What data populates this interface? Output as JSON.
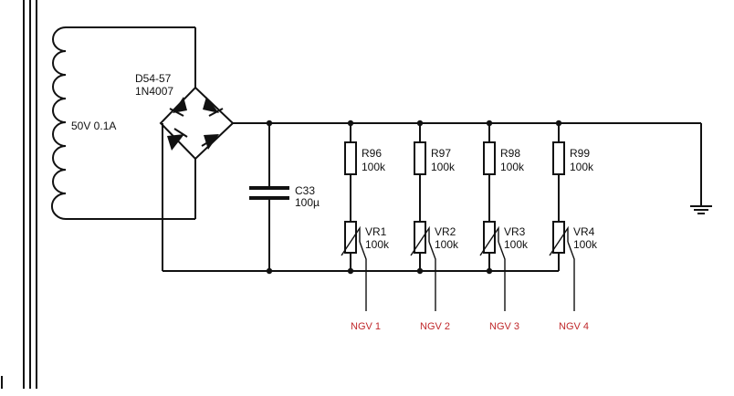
{
  "colors": {
    "wire": "#111111",
    "output_label": "#c0282b",
    "background": "#ffffff"
  },
  "transformer": {
    "rating": "50V 0.1A"
  },
  "bridge": {
    "ref": "D54-57",
    "part": "1N4007"
  },
  "capacitor": {
    "ref": "C33",
    "value": "100µ"
  },
  "resistors": [
    {
      "ref": "R96",
      "value": "100k"
    },
    {
      "ref": "R97",
      "value": "100k"
    },
    {
      "ref": "R98",
      "value": "100k"
    },
    {
      "ref": "R99",
      "value": "100k"
    }
  ],
  "pots": [
    {
      "ref": "VR1",
      "value": "100k"
    },
    {
      "ref": "VR2",
      "value": "100k"
    },
    {
      "ref": "VR3",
      "value": "100k"
    },
    {
      "ref": "VR4",
      "value": "100k"
    }
  ],
  "outputs": [
    "NGV 1",
    "NGV 2",
    "NGV 3",
    "NGV 4"
  ],
  "ground": {
    "icon": "ground-icon"
  }
}
